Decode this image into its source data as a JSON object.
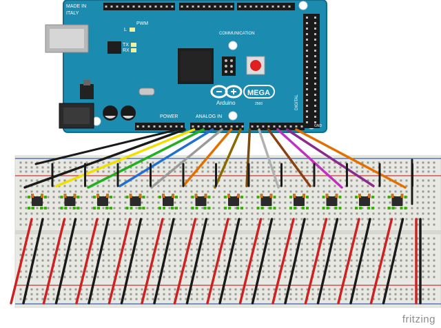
{
  "board": {
    "made_in_1": "MADE IN",
    "made_in_2": "ITALY",
    "pwm": "PWM",
    "communication": "COMMUNICATION",
    "tx": "TX",
    "rx": "RX",
    "l": "L",
    "power": "POWER",
    "analog_in": "ANALOG IN",
    "digital": "DIGITAL",
    "mega": "MEGA",
    "arduino": "Arduino",
    "model": "2560",
    "gnd": "GND"
  },
  "branding": "fritzing",
  "colors": {
    "board_blue": "#1b8cb0",
    "board_dark": "#16728f",
    "breadboard": "#e9e9e4",
    "rail_red": "#cc3333",
    "rail_blue": "#3a5fb0",
    "wire_red": "#cc2222",
    "wire_black": "#1a1a1a"
  },
  "analog_wire_colors": [
    "#1a1a1a",
    "#f0e000",
    "#20b020",
    "#2070d0",
    "#9a9a9a",
    "#e07000",
    "#8a6a00",
    "#7a4a10",
    "#b0b0b0",
    "#8a4010",
    "#c030c0",
    "#8a2a8a",
    "#e07000"
  ],
  "component_count": 12
}
